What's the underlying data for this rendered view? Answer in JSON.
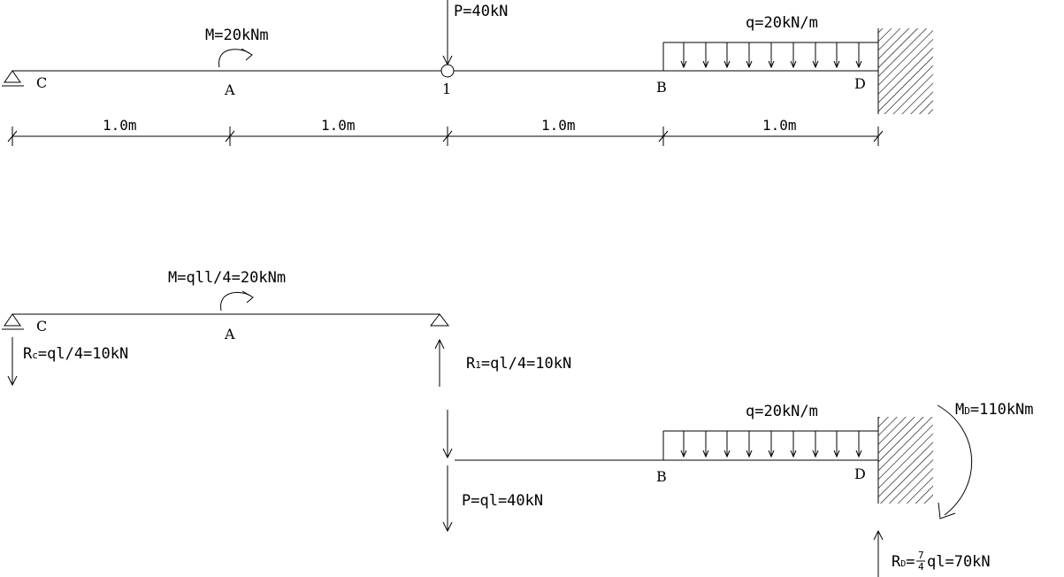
{
  "upper": {
    "labels": {
      "point_c": "C",
      "point_a": "A",
      "hinge_1": "1",
      "point_b": "B",
      "point_d": "D"
    },
    "loads": {
      "moment": "M=20kNm",
      "point_load": "P=40kN",
      "distributed": "q=20kN/m"
    },
    "dimensions": [
      "1.0m",
      "1.0m",
      "1.0m",
      "1.0m"
    ]
  },
  "lower_left": {
    "labels": {
      "point_c": "C",
      "point_a": "A"
    },
    "moment": "M=qll/4=20kNm",
    "reaction_c_prefix": "R",
    "reaction_c_sub": "c",
    "reaction_c_value": "=ql/4=10kN",
    "reaction_1_prefix": "R",
    "reaction_1_sub": "1",
    "reaction_1_value": "=ql/4=10kN"
  },
  "lower_right": {
    "labels": {
      "point_b": "B",
      "point_d": "D"
    },
    "distributed": "q=20kN/m",
    "point_load": "P=ql=40kN",
    "moment_d_prefix": "M",
    "moment_d_sub": "D",
    "moment_d_value": "=110kNm",
    "reaction_d_prefix": "R",
    "reaction_d_sub": "D",
    "reaction_d_eq": "=",
    "reaction_d_num": "7",
    "reaction_d_den": "4",
    "reaction_d_value": "ql=70kN"
  }
}
